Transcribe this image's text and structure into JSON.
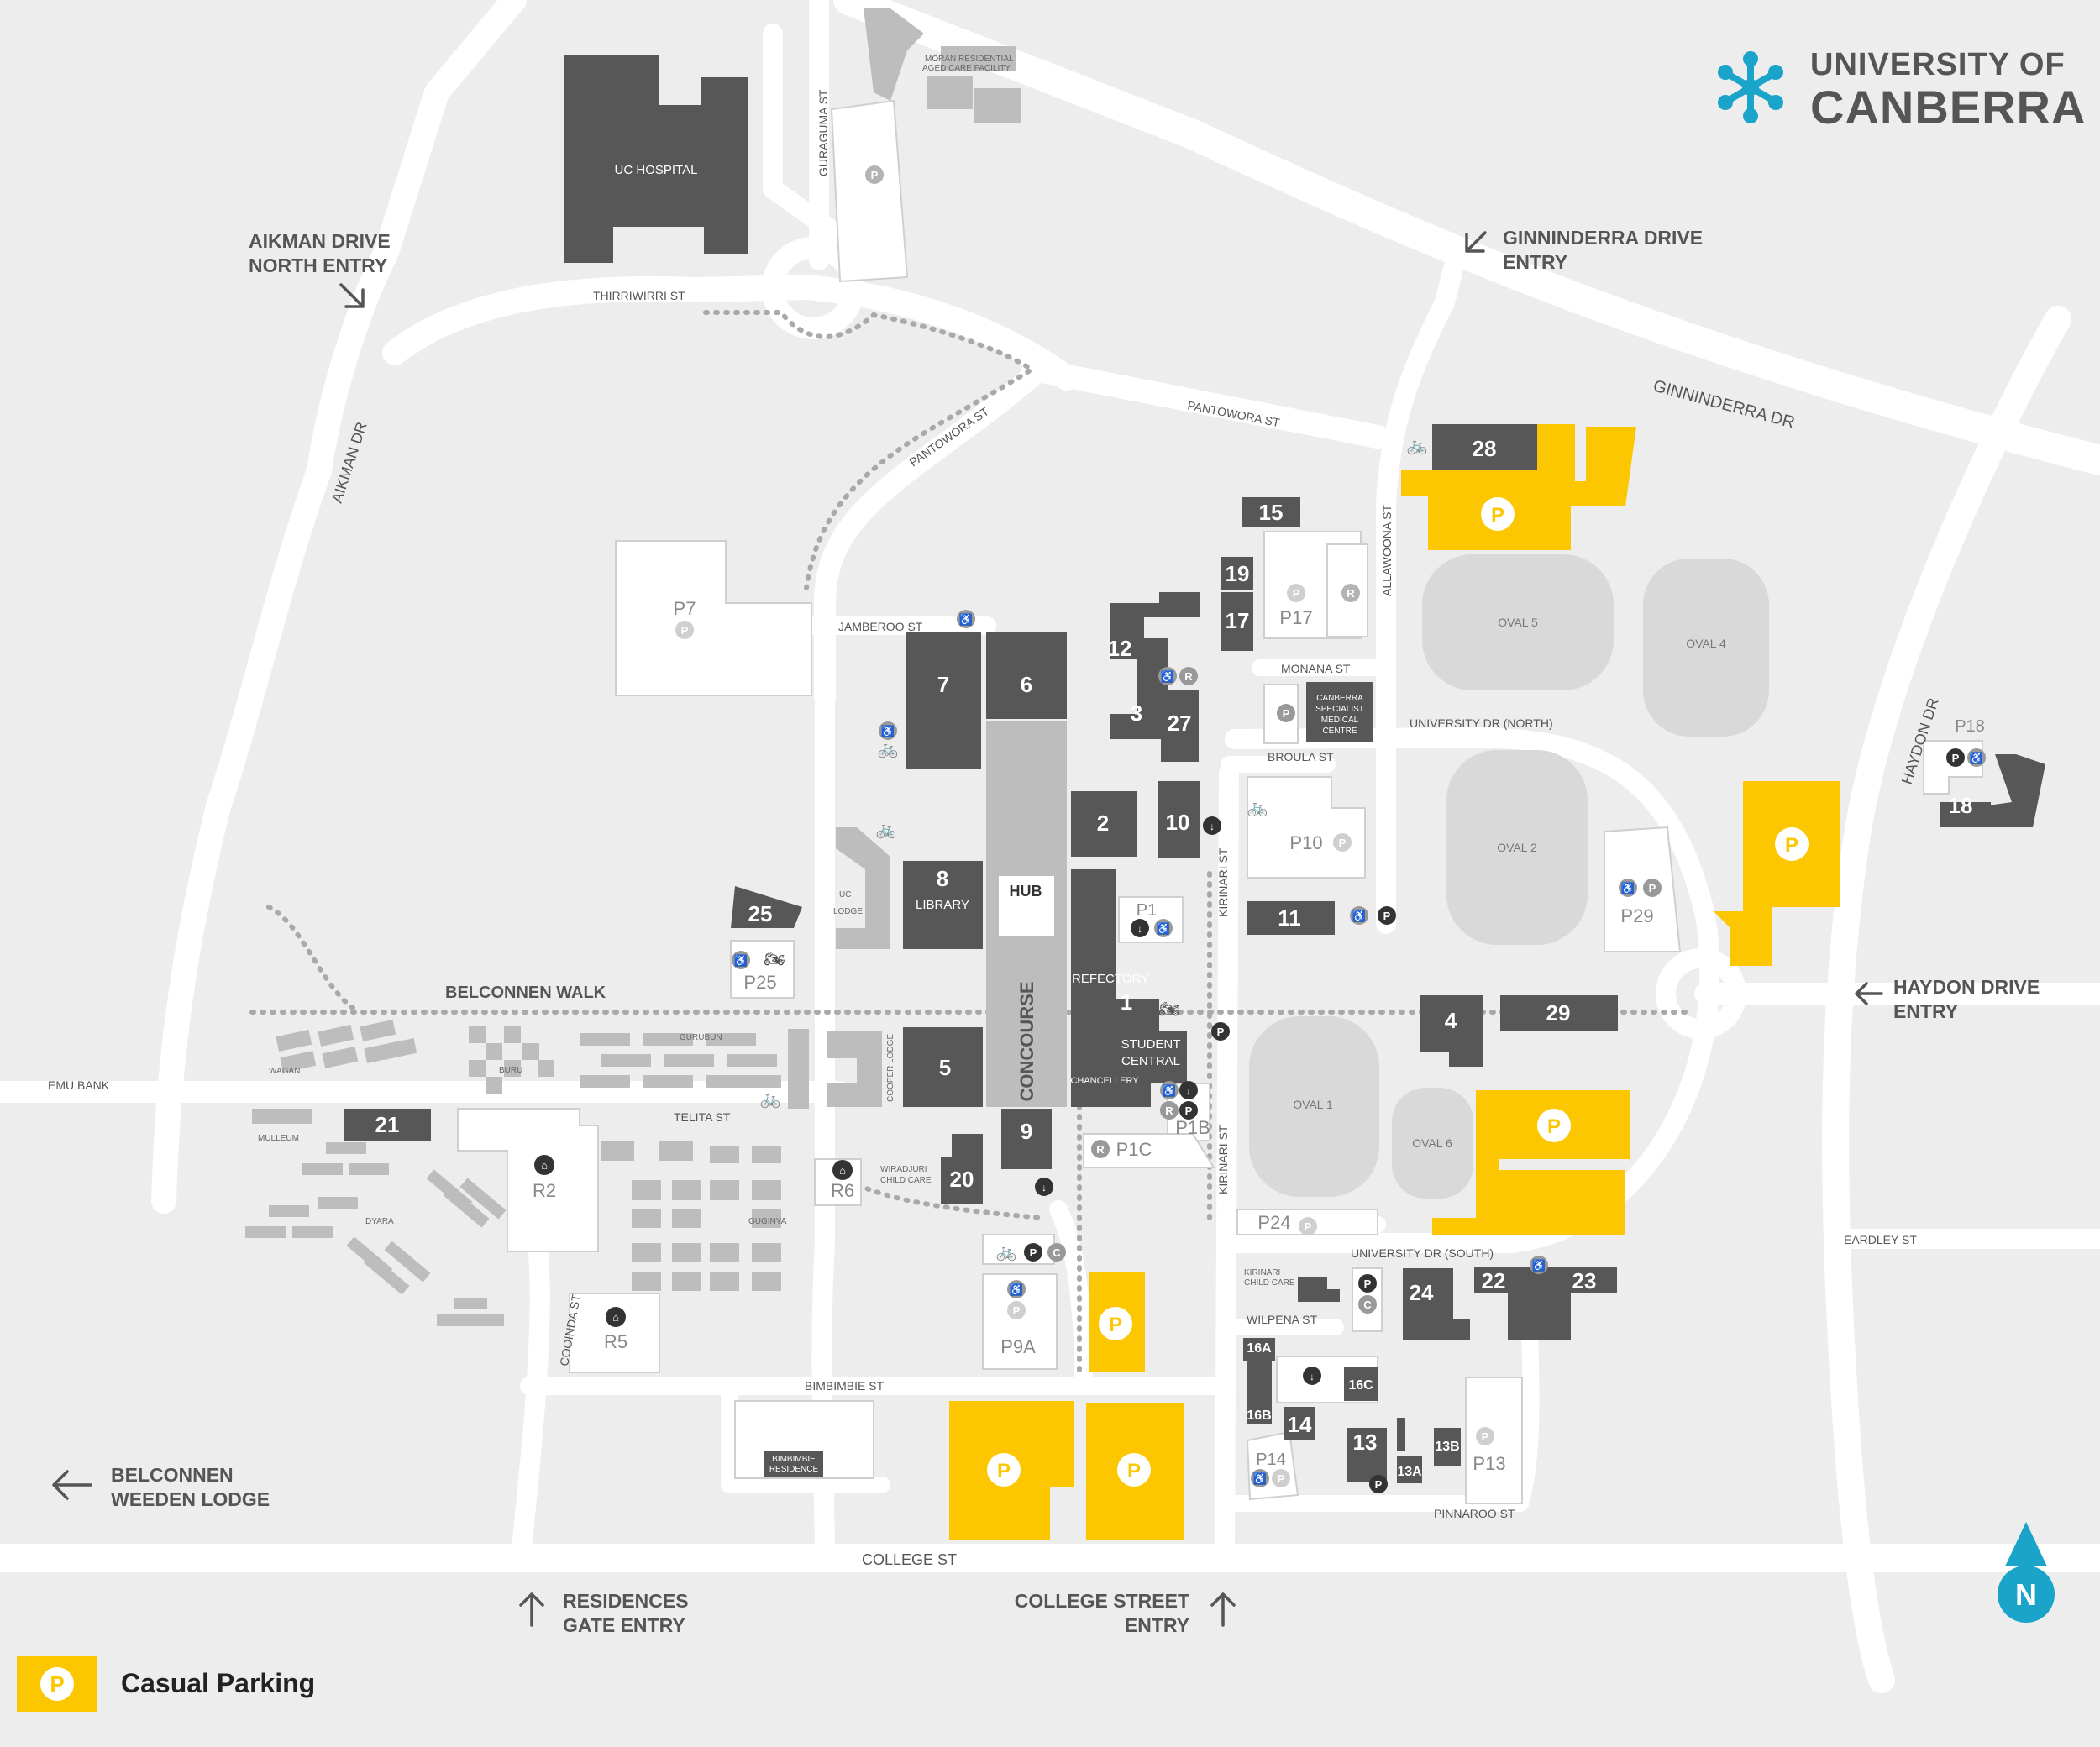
{
  "brand": {
    "line1": "UNIVERSITY OF",
    "line2": "CANBERRA",
    "accent": "#1aa4c9"
  },
  "colors": {
    "background": "#ededed",
    "road": "#ffffff",
    "building": "#575757",
    "light_building": "#bdbdbd",
    "parking_casual": "#fcc700",
    "oval": "#d9d9d9",
    "path": "#aaaaaa"
  },
  "entries": {
    "aikman": [
      "AIKMAN DRIVE",
      "NORTH ENTRY"
    ],
    "ginninderra": [
      "GINNINDERRA DRIVE",
      "ENTRY"
    ],
    "haydon": [
      "HAYDON DRIVE",
      "ENTRY"
    ],
    "belconnen": [
      "BELCONNEN",
      "WEEDEN LODGE"
    ],
    "residences": [
      "RESIDENCES",
      "GATE ENTRY"
    ],
    "college": [
      "COLLEGE STREET",
      "ENTRY"
    ]
  },
  "streets": {
    "thirriwirri": "THIRRIWIRRI ST",
    "guraguma": "GURAGUMA ST",
    "aikman_dr": "AIKMAN DR",
    "ginninderra_dr": "GINNINDERRA DR",
    "pantowora1": "PANTOWORA ST",
    "pantowora2": "PANTOWORA ST",
    "jamberoo": "JAMBEROO ST",
    "allawoona": "ALLAWOONA ST",
    "monana": "MONANA ST",
    "university_north": "UNIVERSITY DR (NORTH)",
    "broula": "BROULA ST",
    "kirinari1": "KIRINARI ST",
    "kirinari2": "KIRINARI ST",
    "haydon_dr": "HAYDON DR",
    "emu_bank": "EMU BANK",
    "telita": "TELITA ST",
    "university_south": "UNIVERSITY DR (SOUTH)",
    "eardley": "EARDLEY ST",
    "wilpena": "WILPENA ST",
    "cooinda": "COOINDA ST",
    "bimbimbie": "BIMBIMBIE ST",
    "pinnaroo": "PINNAROO ST",
    "college": "COLLEGE ST"
  },
  "places": {
    "uc_hospital": "UC HOSPITAL",
    "moran": [
      "MORAN RESIDENTIAL",
      "AGED CARE FACILITY"
    ],
    "hub": "HUB",
    "concourse": "CONCOURSE",
    "library": "LIBRARY",
    "refectory": "REFECTORY",
    "student_central": [
      "STUDENT",
      "CENTRAL"
    ],
    "chancellery": "CHANCELLERY",
    "uc_lodge": [
      "UC",
      "LODGE"
    ],
    "cooper_lodge": "COOPER LODGE",
    "belconnen_walk": "BELCONNEN WALK",
    "gurubun": "GURUBUN",
    "wagan": "WAGAN",
    "buru": "BURU",
    "mulleum": "MULLEUM",
    "dyara": "DYARA",
    "guginya": "GUGINYA",
    "wiradjuri": [
      "WIRADJURI",
      "CHILD CARE"
    ],
    "kirinari_childcare": [
      "KIRINARI",
      "CHILD CARE"
    ],
    "specialist": [
      "CANBERRA",
      "SPECIALIST",
      "MEDICAL",
      "CENTRE"
    ],
    "bimbimbie_res": [
      "BIMBIMBIE",
      "RESIDENCE"
    ],
    "oval1": "OVAL 1",
    "oval2": "OVAL 2",
    "oval4": "OVAL 4",
    "oval5": "OVAL 5",
    "oval6": "OVAL 6"
  },
  "buildings": {
    "b1": "1",
    "b2": "2",
    "b3": "3",
    "b4": "4",
    "b5": "5",
    "b6": "6",
    "b7": "7",
    "b8": "8",
    "b9": "9",
    "b10": "10",
    "b11": "11",
    "b12": "12",
    "b13": "13",
    "b13a": "13A",
    "b13b": "13B",
    "b14": "14",
    "b15": "15",
    "b16a": "16A",
    "b16b": "16B",
    "b16c": "16C",
    "b17": "17",
    "b18": "18",
    "b19": "19",
    "b20": "20",
    "b21": "21",
    "b22": "22",
    "b23": "23",
    "b24": "24",
    "b25": "25",
    "b27": "27",
    "b28": "28",
    "b29": "29"
  },
  "car_parks": {
    "p1": "P1",
    "p1b": "P1B",
    "p1c": "P1C",
    "p7": "P7",
    "p9a": "P9A",
    "p10": "P10",
    "p13": "P13",
    "p14": "P14",
    "p17": "P17",
    "p18": "P18",
    "p24": "P24",
    "p25": "P25",
    "p29": "P29"
  },
  "residences": {
    "r2": "R2",
    "r5": "R5",
    "r6": "R6"
  },
  "icons": {
    "parking": "P",
    "reserved": "R",
    "childcare": "C",
    "north": "N",
    "arrow": "arrow-icon",
    "bicycle": "bicycle-icon",
    "accessible": "accessible-icon",
    "motorbike": "motorbike-icon",
    "download": "drop-off-icon",
    "home": "residence-icon"
  },
  "legend": {
    "label": "Casual Parking",
    "symbol": "P"
  }
}
